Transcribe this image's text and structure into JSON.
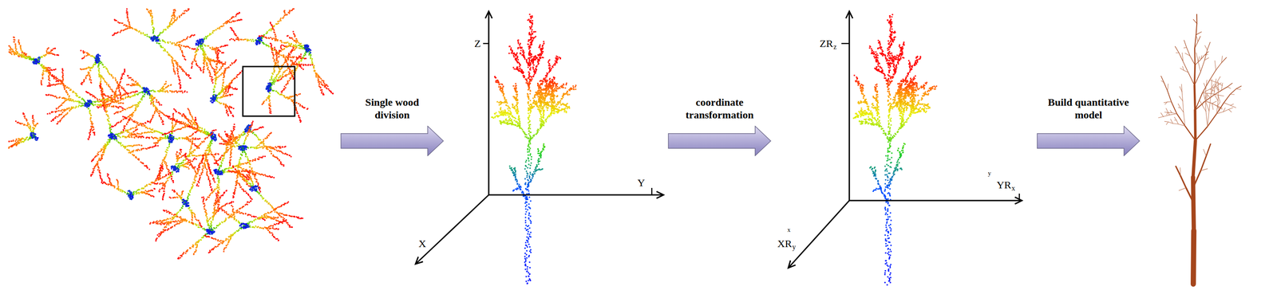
{
  "diagram": {
    "nodes": [
      {
        "text": [
          "Single wood division"
        ]
      },
      {
        "text": [
          "coordinate transformation"
        ]
      },
      {
        "text": [
          "Build quantitative model"
        ]
      }
    ],
    "labels": [
      "Z",
      "Y",
      "X",
      "ZR",
      "z",
      "YR",
      "x",
      "y",
      "XR",
      "y",
      "x"
    ]
  }
}
